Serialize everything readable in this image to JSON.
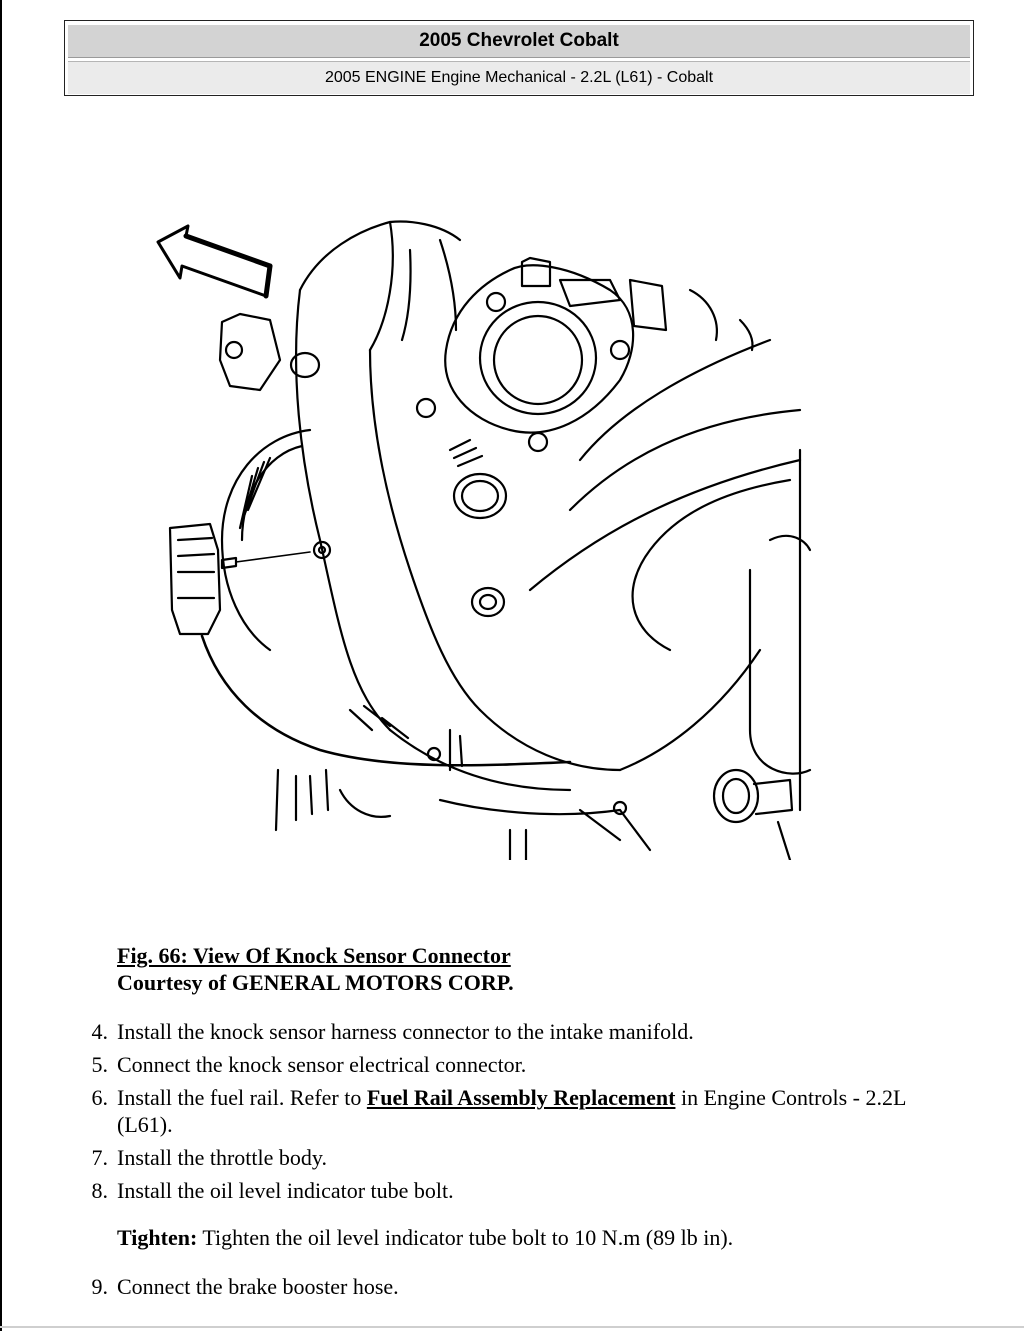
{
  "header": {
    "title": "2005 Chevrolet Cobalt",
    "subtitle": "2005 ENGINE Engine Mechanical - 2.2L (L61) - Cobalt"
  },
  "figure": {
    "caption_title": "Fig. 66: View Of Knock Sensor Connector",
    "courtesy": "Courtesy of GENERAL MOTORS CORP."
  },
  "steps": [
    {
      "num": "4.",
      "text": "Install the knock sensor harness connector to the intake manifold."
    },
    {
      "num": "5.",
      "text": "Connect the knock sensor electrical connector."
    },
    {
      "num": "6.",
      "before": "Install the fuel rail. Refer to ",
      "link": "Fuel Rail Assembly Replacement",
      "after": " in Engine Controls - 2.2L (L61)."
    },
    {
      "num": "7.",
      "text": "Install the throttle body."
    },
    {
      "num": "8.",
      "text": "Install the oil level indicator tube bolt."
    },
    {
      "num": "9.",
      "text": "Connect the brake booster hose."
    }
  ],
  "tighten": {
    "label": "Tighten:",
    "text": " Tighten the oil level indicator tube bolt to 10 N.m (89 lb in)."
  }
}
